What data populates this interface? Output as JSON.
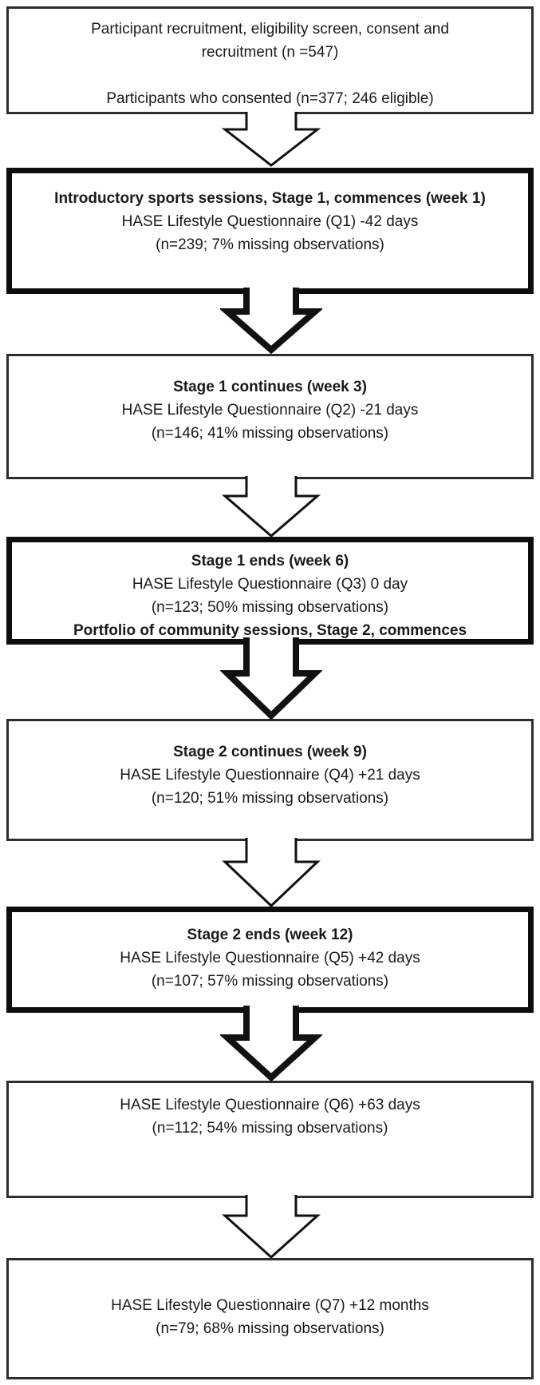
{
  "diagram": {
    "kind": "study-flowchart",
    "colors": {
      "border": "#1a1a1a",
      "box_fill": "#ffffff",
      "text": "#1a1a1a"
    },
    "boxes": [
      {
        "name": "recruitment",
        "emphasis": "thin",
        "lines": [
          {
            "text": "Participant recruitment, eligibility screen, consent and",
            "bold": false
          },
          {
            "text": "recruitment (n =547)",
            "bold": false
          },
          {
            "text": "",
            "bold": false
          },
          {
            "text": "Participants who consented (n=377; 246 eligible)",
            "bold": false
          }
        ]
      },
      {
        "name": "stage1-commences",
        "emphasis": "thick",
        "lines": [
          {
            "text": "Introductory sports sessions, Stage 1, commences (week 1)",
            "bold": true
          },
          {
            "text": "HASE Lifestyle Questionnaire (Q1) -42 days",
            "bold": false
          },
          {
            "text": "(n=239; 7% missing observations)",
            "bold": false
          }
        ]
      },
      {
        "name": "stage1-continues",
        "emphasis": "thin",
        "lines": [
          {
            "text": "Stage 1 continues (week 3)",
            "bold": true
          },
          {
            "text": "HASE Lifestyle Questionnaire (Q2) -21 days",
            "bold": false
          },
          {
            "text": "(n=146; 41% missing observations)",
            "bold": false
          }
        ]
      },
      {
        "name": "stage1-ends-stage2-commences",
        "emphasis": "thick",
        "lines": [
          {
            "text": "Stage 1 ends (week 6)",
            "bold": true
          },
          {
            "text": "HASE Lifestyle Questionnaire (Q3) 0 day",
            "bold": false
          },
          {
            "text": "(n=123; 50% missing observations)",
            "bold": false
          },
          {
            "text": "Portfolio of community sessions, Stage 2, commences",
            "bold": true
          }
        ]
      },
      {
        "name": "stage2-continues",
        "emphasis": "thin",
        "lines": [
          {
            "text": "Stage 2 continues (week 9)",
            "bold": true
          },
          {
            "text": "HASE Lifestyle Questionnaire (Q4) +21 days",
            "bold": false
          },
          {
            "text": "(n=120; 51% missing observations)",
            "bold": false
          }
        ]
      },
      {
        "name": "stage2-ends",
        "emphasis": "thick",
        "lines": [
          {
            "text": "Stage 2 ends (week 12)",
            "bold": true
          },
          {
            "text": "HASE Lifestyle Questionnaire (Q5) +42 days",
            "bold": false
          },
          {
            "text": "(n=107; 57% missing observations)",
            "bold": false
          }
        ]
      },
      {
        "name": "q6-followup",
        "emphasis": "thin",
        "lines": [
          {
            "text": "HASE Lifestyle Questionnaire (Q6) +63 days",
            "bold": false
          },
          {
            "text": "(n=112; 54% missing observations)",
            "bold": false
          }
        ]
      },
      {
        "name": "q7-followup",
        "emphasis": "thin",
        "lines": [
          {
            "text": "HASE Lifestyle Questionnaire (Q7) +12 months",
            "bold": false
          },
          {
            "text": "(n=79; 68% missing observations)",
            "bold": false
          }
        ]
      }
    ]
  }
}
